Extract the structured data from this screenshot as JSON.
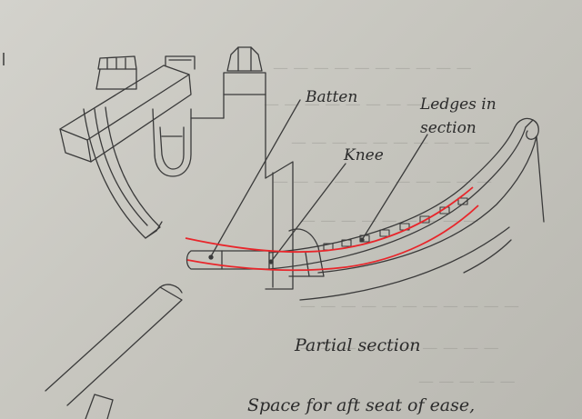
{
  "labels": {
    "batten": "Batten",
    "ledges_line1": "Ledges in",
    "ledges_line2": "section",
    "knee": "Knee",
    "caption": "Partial section",
    "footer": "Space for aft seat of  ease,"
  },
  "colors": {
    "ink": "#3a3a3a",
    "highlight": "#e8262b",
    "paper": "#cfcec8"
  }
}
